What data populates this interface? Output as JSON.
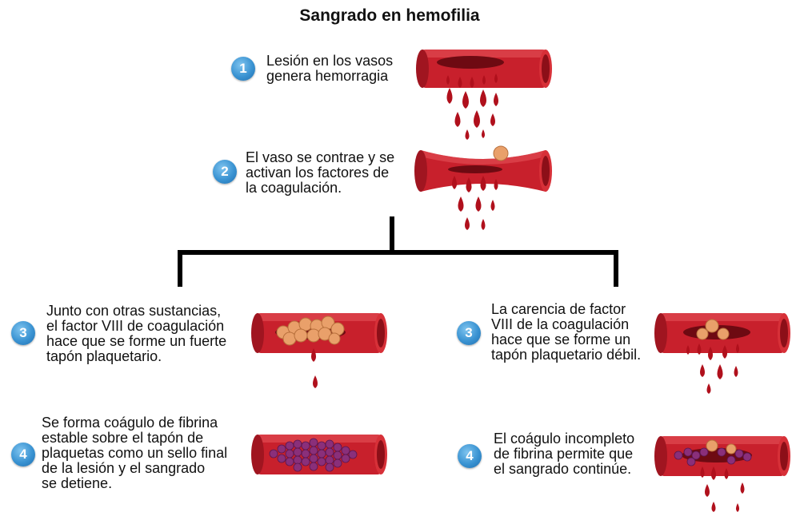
{
  "title": "Sangrado en hemofilia",
  "steps": [
    {
      "number": "1",
      "lines": [
        "Lesión en los vasos",
        "genera hemorragia"
      ]
    },
    {
      "number": "2",
      "lines": [
        "El vaso se contrae y se",
        "activan los factores de",
        "la coagulación."
      ]
    }
  ],
  "left_branch": [
    {
      "number": "3",
      "lines": [
        "Junto con otras sustancias,",
        "el factor VIII de coagulación",
        "hace que se forme un fuerte",
        "tapón plaquetario."
      ]
    },
    {
      "number": "4",
      "lines": [
        "Se forma coágulo de fibrina",
        "estable sobre el tapón de",
        "plaquetas como un sello final",
        "de la lesión y el sangrado",
        "se detiene."
      ]
    }
  ],
  "right_branch": [
    {
      "number": "3",
      "lines": [
        "La carencia de factor",
        "VIII de la coagulación",
        "hace que se forme un",
        "tapón plaquetario débil."
      ]
    },
    {
      "number": "4",
      "lines": [
        "El coágulo incompleto",
        "de fibrina permite que",
        "el sangrado continúe."
      ]
    }
  ],
  "colors": {
    "vessel": "#c8202c",
    "vessel_dark": "#8c0f18",
    "vessel_light": "#e8555c",
    "blood": "#b0101c",
    "platelet": "#e9a06a",
    "fibrin": "#8a2f7a",
    "badge": "#3a93d2"
  }
}
